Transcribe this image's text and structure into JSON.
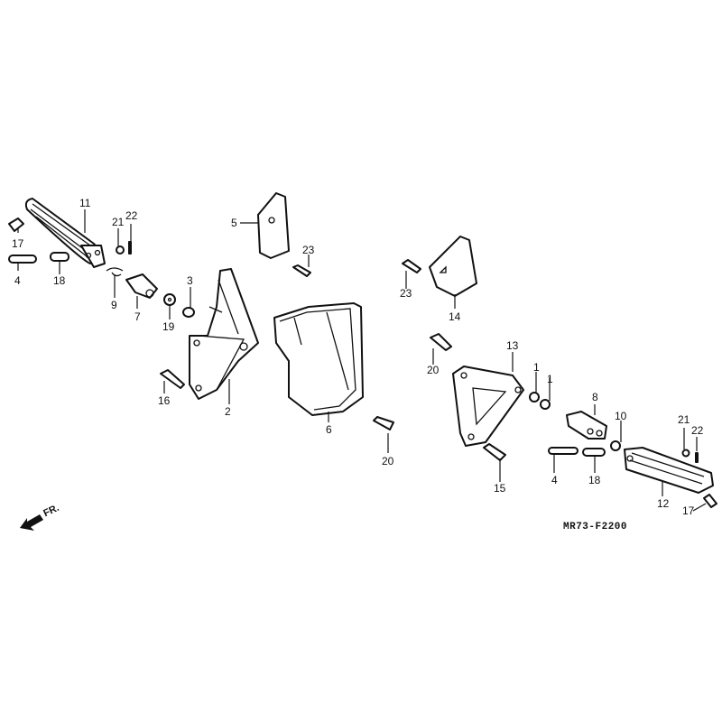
{
  "diagram": {
    "code": "MR73-F2200",
    "front_indicator": "FR.",
    "callouts": [
      {
        "id": "11",
        "label": "11"
      },
      {
        "id": "17a",
        "label": "17"
      },
      {
        "id": "4a",
        "label": "4"
      },
      {
        "id": "18a",
        "label": "18"
      },
      {
        "id": "21a",
        "label": "21"
      },
      {
        "id": "22a",
        "label": "22"
      },
      {
        "id": "9",
        "label": "9"
      },
      {
        "id": "7",
        "label": "7"
      },
      {
        "id": "19",
        "label": "19"
      },
      {
        "id": "3",
        "label": "3"
      },
      {
        "id": "16",
        "label": "16"
      },
      {
        "id": "2",
        "label": "2"
      },
      {
        "id": "5",
        "label": "5"
      },
      {
        "id": "23a",
        "label": "23"
      },
      {
        "id": "6",
        "label": "6"
      },
      {
        "id": "20a",
        "label": "20"
      },
      {
        "id": "23b",
        "label": "23"
      },
      {
        "id": "14",
        "label": "14"
      },
      {
        "id": "20b",
        "label": "20"
      },
      {
        "id": "13",
        "label": "13"
      },
      {
        "id": "1a",
        "label": "1"
      },
      {
        "id": "1b",
        "label": "1"
      },
      {
        "id": "15",
        "label": "15"
      },
      {
        "id": "8",
        "label": "8"
      },
      {
        "id": "10",
        "label": "10"
      },
      {
        "id": "4b",
        "label": "4"
      },
      {
        "id": "18b",
        "label": "18"
      },
      {
        "id": "21b",
        "label": "21"
      },
      {
        "id": "22b",
        "label": "22"
      },
      {
        "id": "12",
        "label": "12"
      },
      {
        "id": "17b",
        "label": "17"
      }
    ]
  }
}
